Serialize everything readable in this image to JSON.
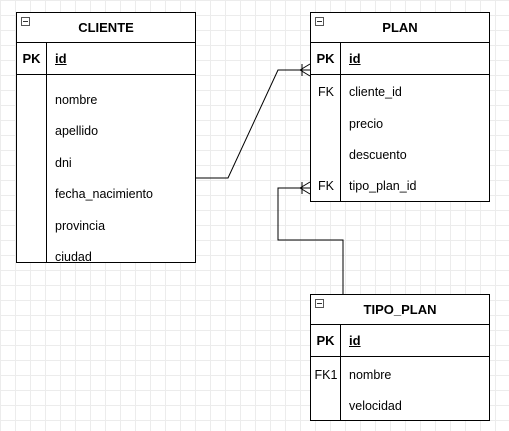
{
  "cliente": {
    "title": "CLIENTE",
    "pk_key": "PK",
    "pk_field": "id",
    "fields": [
      "nombre",
      "apellido",
      "dni",
      "fecha_nacimiento",
      "provincia",
      "ciudad"
    ]
  },
  "plan": {
    "title": "PLAN",
    "pk_key": "PK",
    "pk_field": "id",
    "rows": [
      {
        "key": "FK",
        "field": "cliente_id"
      },
      {
        "key": "",
        "field": "precio"
      },
      {
        "key": "",
        "field": "descuento"
      },
      {
        "key": "FK",
        "field": "tipo_plan_id"
      }
    ]
  },
  "tipo_plan": {
    "title": "TIPO_PLAN",
    "pk_key": "PK",
    "pk_field": "id",
    "rows": [
      {
        "key": "FK1",
        "field": "nombre"
      },
      {
        "key": "",
        "field": "velocidad"
      }
    ]
  }
}
